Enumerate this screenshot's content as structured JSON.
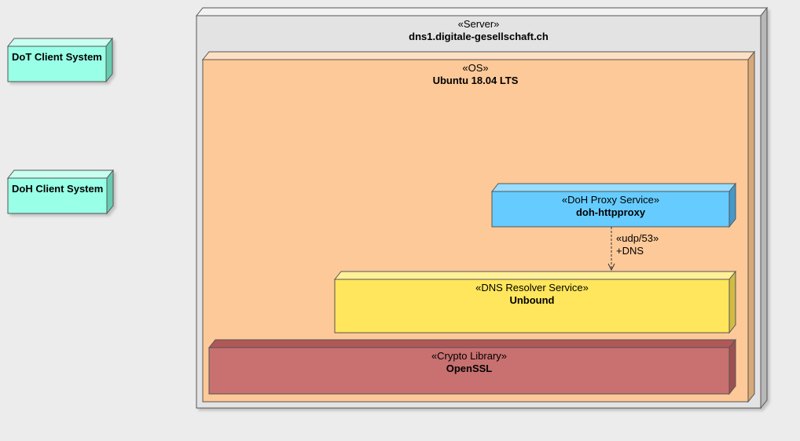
{
  "nodes": {
    "dot_client": {
      "name": "DoT Client System",
      "color": "#99ffe6"
    },
    "doh_client": {
      "name": "DoH Client System",
      "color": "#99ffe6"
    },
    "server": {
      "stereotype": "«Server»",
      "name": "dns1.digitale-gesellschaft.ch",
      "color": "#e3e3e3"
    },
    "os": {
      "stereotype": "«OS»",
      "name": "Ubuntu 18.04 LTS",
      "color": "#fdc998"
    },
    "doh_proxy": {
      "stereotype": "«DoH Proxy Service»",
      "name": "doh-httpproxy",
      "color": "#66ccff"
    },
    "dns_resolver": {
      "stereotype": "«DNS Resolver Service»",
      "name": "Unbound",
      "color": "#ffe65c"
    },
    "crypto": {
      "stereotype": "«Crypto Library»",
      "name": "OpenSSL",
      "color": "#c97070"
    }
  },
  "connector": {
    "stereotype": "«udp/53»",
    "label": "+DNS"
  }
}
